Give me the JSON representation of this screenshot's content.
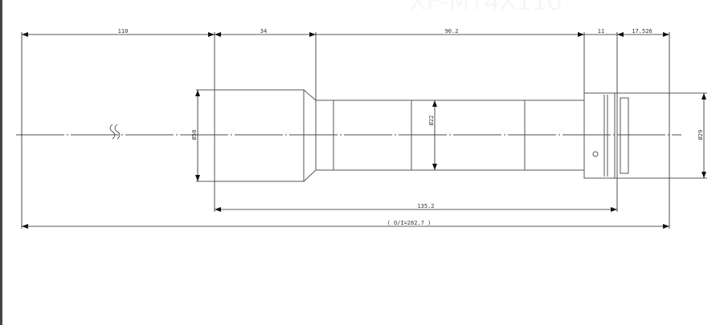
{
  "watermark": "XF-MT4X110",
  "dimensions": {
    "working_distance": "110",
    "front_section": "34",
    "tube_length": "90.2",
    "flange": "11",
    "back_focus": "17.526",
    "front_diameter": "Ø50",
    "tube_diameter": "Ø22",
    "mount_diameter": "Ø29",
    "lens_length": "135.2",
    "object_to_image": "( O/I=262.7 )"
  }
}
